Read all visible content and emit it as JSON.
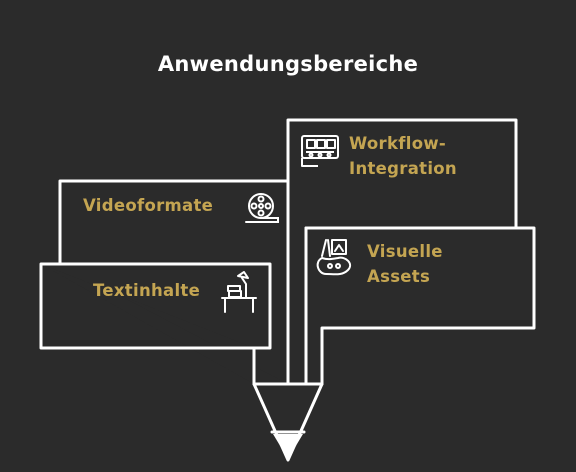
{
  "title": "Anwendungsbereiche",
  "items": [
    {
      "lines": [
        "Workflow-",
        "Integration"
      ],
      "icon": "workflow-conveyor-icon"
    },
    {
      "lines": [
        "Videoformate"
      ],
      "icon": "film-reel-icon"
    },
    {
      "lines": [
        "Visuelle",
        "Assets"
      ],
      "icon": "paint-palette-icon"
    },
    {
      "lines": [
        "Textinhalte"
      ],
      "icon": "desk-lamp-icon"
    }
  ],
  "colors": {
    "background": "#2b2b2b",
    "stroke": "#ffffff",
    "label": "#c4a552",
    "title": "#ffffff"
  }
}
